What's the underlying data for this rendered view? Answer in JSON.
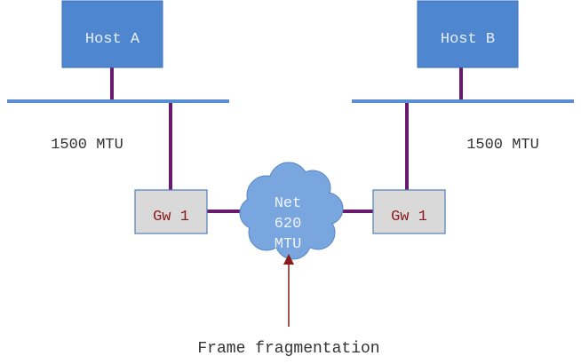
{
  "hosts": {
    "a": {
      "label": "Host A"
    },
    "b": {
      "label": "Host B"
    }
  },
  "networks": {
    "left_mtu": "1500 MTU",
    "right_mtu": "1500 MTU"
  },
  "gateways": {
    "left": {
      "label": "Gw 1"
    },
    "right": {
      "label": "Gw 1"
    }
  },
  "cloud": {
    "line1": "Net",
    "line2": "620",
    "line3": "MTU"
  },
  "annotation": {
    "text": "Frame fragmentation"
  },
  "colors": {
    "host_fill": "#4f86d0",
    "host_text": "#e8eef8",
    "bus": "#5b8fd3",
    "link": "#6a1a6e",
    "gateway_fill": "#d9d9d9",
    "gateway_border": "#4f7fb9",
    "gateway_text": "#8b1a1a",
    "cloud_fill": "#79a6de",
    "cloud_text": "#eef3fb",
    "arrow": "#8b1a1a",
    "label_text": "#333333"
  }
}
